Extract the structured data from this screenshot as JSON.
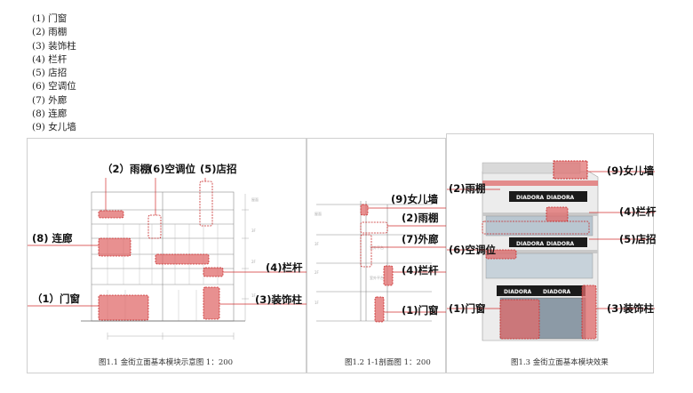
{
  "legend": [
    "(1) 门窗",
    "(2) 雨棚",
    "(3) 装饰柱",
    "(4) 栏杆",
    "(5) 店招",
    "(6) 空调位",
    "(7) 外廊",
    "(8) 连廊",
    "(9) 女儿墙"
  ],
  "fig1": {
    "labels": {
      "canopy": "（2）雨棚",
      "ac": "(6)空调位",
      "sign": "(5)店招",
      "corridor": "(8) 连廊",
      "railing": "(4)栏杆",
      "window": "（1）门窗",
      "column": "(3)装饰柱"
    },
    "caption": "图1.1 金街立面基本模块示意图 1：200"
  },
  "fig2": {
    "labels": {
      "parapet": "(9)女儿墙",
      "canopy": "(2)雨棚",
      "gallery": "(7)外廊",
      "railing": "(4)栏杆",
      "window": "(1)门窗"
    },
    "caption": "图1.2 1-1剖面图 1：200"
  },
  "fig3": {
    "labels": {
      "parapet": "(9)女儿墙",
      "canopy": "(2)雨棚",
      "railing": "(4)栏杆",
      "ac": "(6)空调位",
      "sign": "(5)店招",
      "window": "(1)门窗",
      "column": "(3)装饰柱"
    },
    "brand": "DIADORA",
    "caption": "图1.3 金街立面基本模块效果"
  },
  "colors": {
    "highlight": "#e06b6b",
    "highlightStroke": "#c62828",
    "leader": "#d32f2f"
  }
}
